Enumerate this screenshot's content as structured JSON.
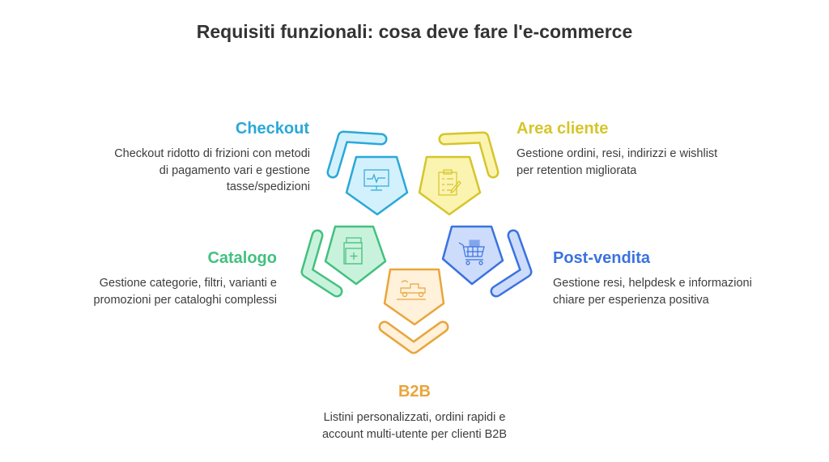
{
  "title": "Requisiti funzionali: cosa deve fare l'e-commerce",
  "colors": {
    "checkout": "#2aa8d8",
    "area_cliente": "#d6c52a",
    "catalogo": "#43c07f",
    "post_vendita": "#3a72e0",
    "b2b": "#e9a53c"
  },
  "items": {
    "checkout": {
      "title": "Checkout",
      "lines": [
        "Checkout ridotto di frizioni con metodi",
        "di pagamento vari e gestione",
        "tasse/spedizioni"
      ],
      "icon": "monitor-heartbeat-icon"
    },
    "area_cliente": {
      "title": "Area cliente",
      "lines": [
        "Gestione ordini, resi, indirizzi e wishlist",
        "per retention migliorata"
      ],
      "icon": "clipboard-checklist-icon"
    },
    "catalogo": {
      "title": "Catalogo",
      "lines": [
        "Gestione categorie, filtri, varianti e",
        "promozioni per cataloghi complessi"
      ],
      "icon": "folder-files-icon"
    },
    "post_vendita": {
      "title": "Post-vendita",
      "lines": [
        "Gestione resi, helpdesk e informazioni",
        "chiare per esperienza positiva"
      ],
      "icon": "shopping-cart-icon"
    },
    "b2b": {
      "title": "B2B",
      "lines": [
        "Listini personalizzati, ordini rapidi e",
        "account multi-utente per clienti B2B"
      ],
      "icon": "truck-icon"
    }
  }
}
